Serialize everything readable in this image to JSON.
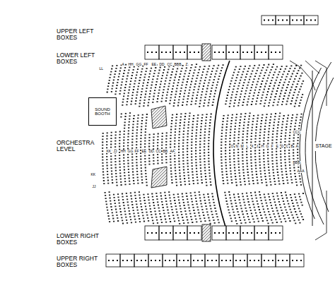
{
  "diagram": {
    "nodes": [
      {
        "text": [
          "SOUND BOOTH"
        ]
      },
      {
        "text": [
          "STAGE"
        ]
      }
    ],
    "labels": [
      "UPPER LEFT BOXES",
      "LOWER LEFT BOXES",
      "ORCHESTRA LEVEL",
      "LOWER RIGHT BOXES",
      "UPPER RIGHT BOXES",
      "LL",
      "A",
      "HH",
      "GG",
      "FF",
      "EE",
      "DD",
      "CC",
      "BBB",
      "Z",
      "KK",
      "JJ",
      "HH",
      "GG",
      "FF",
      "EE",
      "DD",
      "CC",
      "BB",
      "AA",
      "O",
      "N",
      "M",
      "L",
      "K",
      "J",
      "H",
      "G",
      "F",
      "E",
      "D",
      "C",
      "B",
      "A",
      "CCC",
      "BBB",
      "AAA",
      "KK",
      "JJ"
    ]
  }
}
